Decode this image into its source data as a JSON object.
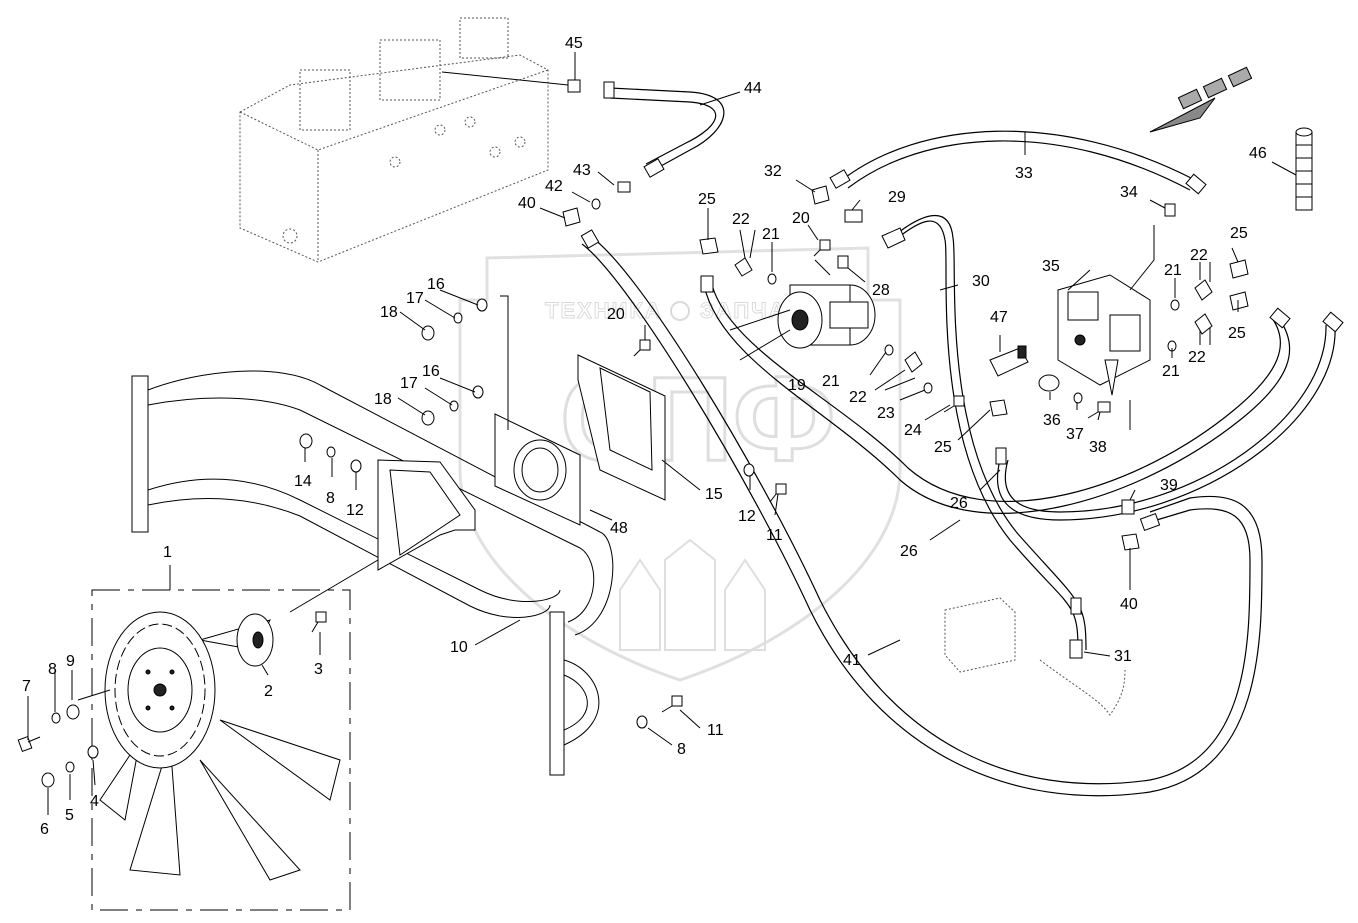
{
  "watermark": {
    "left_text": "ТЕХНИКА",
    "right_text": "ЗАПЧАСТИ",
    "logo_letters": "СПФ"
  },
  "callouts": [
    "1",
    "2",
    "3",
    "4",
    "5",
    "6",
    "7",
    "8",
    "8",
    "8",
    "9",
    "10",
    "11",
    "11",
    "11",
    "12",
    "12",
    "12",
    "14",
    "15",
    "16",
    "16",
    "17",
    "17",
    "18",
    "18",
    "19",
    "20",
    "20",
    "21",
    "21",
    "21",
    "21",
    "22",
    "22",
    "22",
    "22",
    "23",
    "24",
    "25",
    "25",
    "25",
    "25",
    "25",
    "26",
    "26",
    "28",
    "29",
    "30",
    "31",
    "33",
    "32",
    "34",
    "35",
    "36",
    "37",
    "38",
    "39",
    "40",
    "40",
    "41",
    "42",
    "43",
    "44",
    "45",
    "46",
    "47",
    "48"
  ],
  "icons": [
    "direction-arrow-icon",
    "flange-bolt-icon",
    "washer-icon",
    "nut-icon",
    "fitting-icon",
    "hose-sleeve-icon"
  ]
}
